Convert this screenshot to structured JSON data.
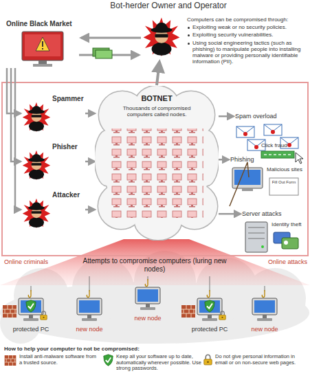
{
  "diagram": {
    "title": "Bot-herder Owner and Operator",
    "nodes": [
      {
        "text": [
          "Online Black Market"
        ]
      },
      {
        "text": [
          "Spammer"
        ]
      },
      {
        "text": [
          "Phisher"
        ]
      },
      {
        "text": [
          "Attacker"
        ]
      },
      {
        "text": [
          "BOTNET",
          "Thousands of compromised computers called nodes."
        ]
      },
      {
        "text": [
          "Spam overload"
        ]
      },
      {
        "text": [
          "Phishing"
        ]
      },
      {
        "text": [
          "Server attacks"
        ]
      },
      {
        "text": [
          "protected PC"
        ]
      },
      {
        "text": [
          "new node"
        ]
      },
      {
        "text": [
          "new node"
        ]
      },
      {
        "text": [
          "protected PC"
        ]
      },
      {
        "text": [
          "new node"
        ]
      }
    ],
    "edges": [
      {
        "from": 0,
        "to": 1,
        "arrow": "to"
      },
      {
        "from": 0,
        "to": 2,
        "arrow": "to"
      },
      {
        "from": 0,
        "to": 3,
        "arrow": "to"
      },
      {
        "from": 1,
        "to": 4,
        "arrow": "to"
      },
      {
        "from": 2,
        "to": 4,
        "arrow": "to"
      },
      {
        "from": 3,
        "to": 4,
        "arrow": "to"
      },
      {
        "from": 4,
        "to": 5,
        "arrow": "to"
      },
      {
        "from": 4,
        "to": 6,
        "arrow": "to"
      },
      {
        "from": 4,
        "to": 7,
        "arrow": "to"
      }
    ],
    "labels": [
      "Computers can be compromised through:",
      "Exploiting weak or no security policies.",
      "Exploiting security vulnerabilities.",
      "Using social engineering tactics (such as phishing) to manipulate people into installing malware or providing personally identifiable information (PII).",
      "Click fraud",
      "Malicious sites",
      "Fill Out Form",
      "Identity theft",
      "Online criminals",
      "Online attacks",
      "Attempts to compromise computers (luring new nodes)",
      "How to help your computer to not be compromised:"
    ],
    "legend": [
      {
        "text": "Install anti-malware software from a trusted source."
      },
      {
        "text": "Keep all your software up to date, automatically wherever possible. Use strong passwords."
      },
      {
        "text": "Do not give personal information in email or on non-secure web pages."
      }
    ]
  }
}
